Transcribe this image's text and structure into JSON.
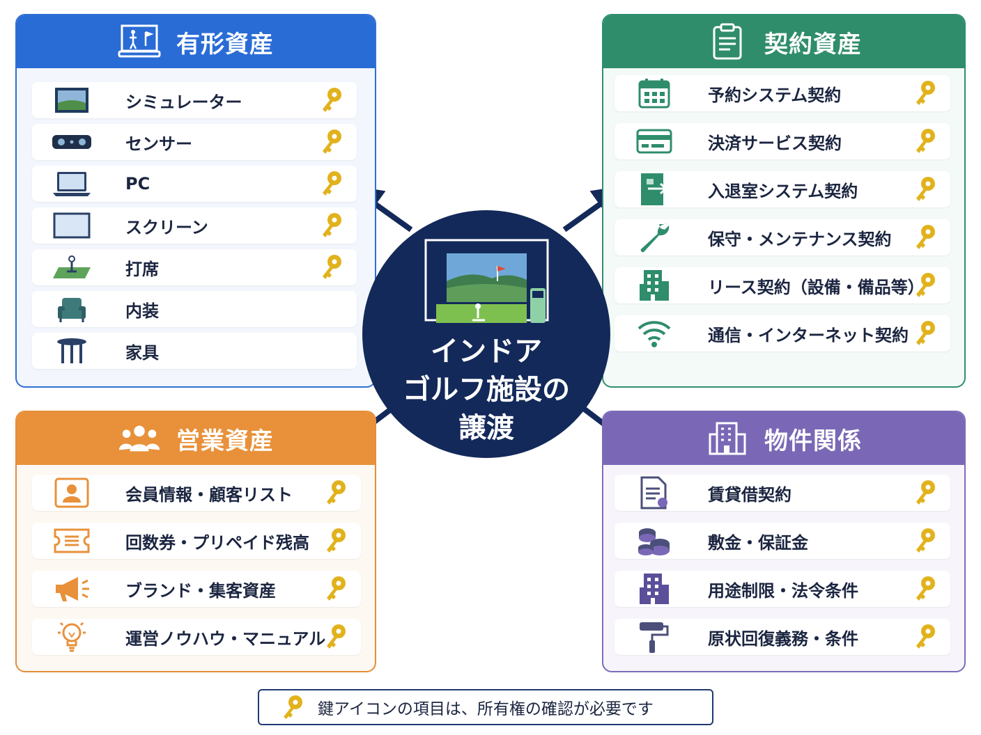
{
  "center": {
    "title_lines": [
      "インドア",
      "ゴルフ施設の",
      "譲渡"
    ]
  },
  "tangible_assets": {
    "title": "有形資産",
    "items": [
      {
        "label": "シミュレーター",
        "icon": "simulator-icon",
        "key": true
      },
      {
        "label": "センサー",
        "icon": "sensor-icon",
        "key": true
      },
      {
        "label": "PC",
        "icon": "laptop-icon",
        "key": true
      },
      {
        "label": "スクリーン",
        "icon": "screen-icon",
        "key": true
      },
      {
        "label": "打席",
        "icon": "tee-mat-icon",
        "key": true
      },
      {
        "label": "内装",
        "icon": "armchair-icon",
        "key": false
      },
      {
        "label": "家具",
        "icon": "table-icon",
        "key": false
      }
    ]
  },
  "contract_assets": {
    "title": "契約資産",
    "items": [
      {
        "label": "予約システム契約",
        "icon": "calendar-icon",
        "key": true
      },
      {
        "label": "決済サービス契約",
        "icon": "credit-card-icon",
        "key": true
      },
      {
        "label": "入退室システム契約",
        "icon": "door-access-icon",
        "key": true
      },
      {
        "label": "保守・メンテナンス契約",
        "icon": "wrench-icon",
        "key": true
      },
      {
        "label": "リース契約（設備・備品等）",
        "icon": "building-icon",
        "key": true
      },
      {
        "label": "通信・インターネット契約",
        "icon": "wifi-icon",
        "key": true
      }
    ]
  },
  "business_assets": {
    "title": "営業資産",
    "items": [
      {
        "label": "会員情報・顧客リスト",
        "icon": "member-card-icon",
        "key": true
      },
      {
        "label": "回数券・プリペイド残高",
        "icon": "ticket-icon",
        "key": true
      },
      {
        "label": "ブランド・集客資産",
        "icon": "megaphone-icon",
        "key": true
      },
      {
        "label": "運営ノウハウ・マニュアル",
        "icon": "lightbulb-icon",
        "key": true
      }
    ]
  },
  "property_relations": {
    "title": "物件関係",
    "items": [
      {
        "label": "賃貸借契約",
        "icon": "document-icon",
        "key": true
      },
      {
        "label": "敷金・保証金",
        "icon": "coins-icon",
        "key": true
      },
      {
        "label": "用途制限・法令条件",
        "icon": "office-building-icon",
        "key": true
      },
      {
        "label": "原状回復義務・条件",
        "icon": "paint-roller-icon",
        "key": true
      }
    ]
  },
  "legend": {
    "text": "鍵アイコンの項目は、所有権の確認が必要です",
    "icon": "key-icon"
  },
  "colors": {
    "tangible": "#2a6cd6",
    "contract": "#2f8d6b",
    "business": "#e8913a",
    "property": "#7a68b6",
    "center": "#13295a",
    "key": "#e2b21d"
  }
}
